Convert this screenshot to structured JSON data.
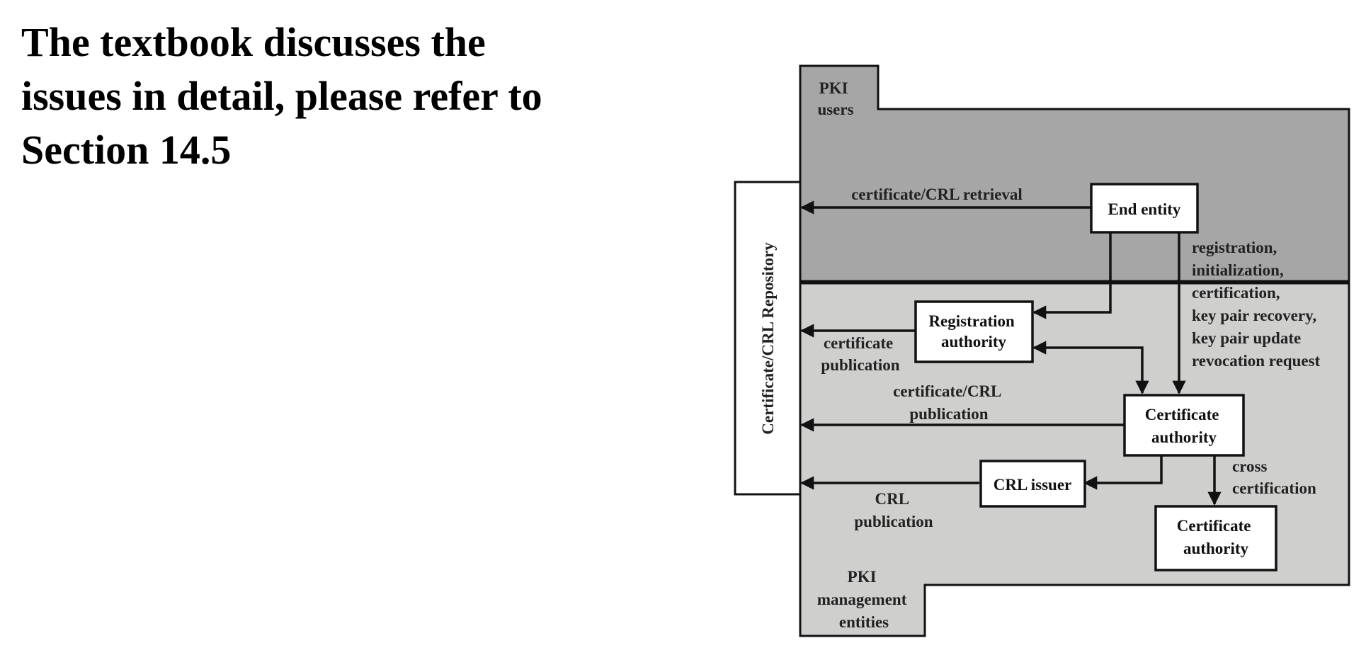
{
  "heading": {
    "lines": [
      "The textbook discusses the",
      "issues in detail, please refer to",
      "Section 14.5"
    ]
  },
  "diagram": {
    "colors": {
      "users_region": "#a6a6a6",
      "management_region": "#cfd0ce",
      "box_fill": "#ffffff",
      "stroke": "#111111"
    },
    "users_region": {
      "label_lines": [
        "PKI",
        "users"
      ]
    },
    "management_region": {
      "label_lines": [
        "PKI",
        "management",
        "entities"
      ]
    },
    "repository": {
      "label": "Certificate/CRL Repository"
    },
    "nodes": {
      "end_entity": {
        "label_lines": [
          "End entity"
        ]
      },
      "registration_authority": {
        "label_lines": [
          "Registration",
          "authority"
        ]
      },
      "certificate_authority": {
        "label_lines": [
          "Certificate",
          "authority"
        ]
      },
      "crl_issuer": {
        "label_lines": [
          "CRL issuer"
        ]
      },
      "certificate_authority_2": {
        "label_lines": [
          "Certificate",
          "authority"
        ]
      }
    },
    "edge_labels": {
      "retrieval": {
        "lines": [
          "certificate/CRL retrieval"
        ]
      },
      "ra_publication": {
        "lines": [
          "certificate",
          "publication"
        ]
      },
      "ca_publication": {
        "lines": [
          "certificate/CRL",
          "publication"
        ]
      },
      "crl_publication": {
        "lines": [
          "CRL",
          "publication"
        ]
      },
      "management_ops": {
        "lines": [
          "registration,",
          "initialization,",
          "certification,",
          "key pair recovery,",
          "key pair update",
          "revocation request"
        ]
      },
      "cross_certification": {
        "lines": [
          "cross",
          "certification"
        ]
      }
    }
  }
}
